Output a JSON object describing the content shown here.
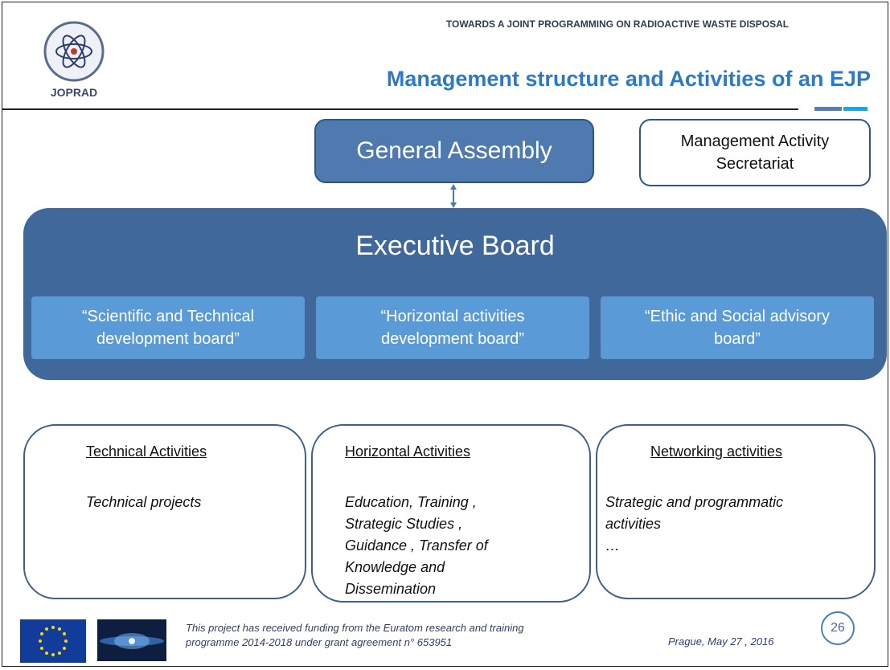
{
  "header": {
    "logo_text": "JOPRAD",
    "top_title": "TOWARDS A JOINT PROGRAMMING ON RADIOACTIVE WASTE DISPOSAL",
    "main_title": "Management structure and Activities of an EJP",
    "accent_colors": [
      "#4f81bd",
      "#00b0f0",
      "#1f4e79"
    ]
  },
  "diagram": {
    "general_assembly": "General Assembly",
    "management_secretariat": {
      "line1": "Management Activity",
      "line2": "Secretariat"
    },
    "executive_board": {
      "title": "Executive Board",
      "boards": [
        {
          "line1": "“Scientific and Technical",
          "line2": "development board”"
        },
        {
          "line1": "“Horizontal activities",
          "line2": "development board”"
        },
        {
          "line1": "“Ethic and  Social advisory",
          "line2": "board”"
        }
      ]
    },
    "activities": [
      {
        "heading": "Technical Activities",
        "body": [
          "Technical projects"
        ]
      },
      {
        "heading": "Horizontal Activities",
        "body": [
          "Education,  Training ,",
          "Strategic Studies ,",
          "Guidance , Transfer of",
          "Knowledge and",
          "Dissemination"
        ]
      },
      {
        "heading": "Networking activities",
        "body": [
          "Strategic and programmatic",
          "activities",
          "…"
        ]
      }
    ]
  },
  "footer": {
    "funding_line1": "This project has received funding from the Euratom research and training",
    "funding_line2": "programme 2014-2018 under grant agreement  n° 653951",
    "place_date": "Prague, May 27 , 2016",
    "page_number": "26"
  }
}
